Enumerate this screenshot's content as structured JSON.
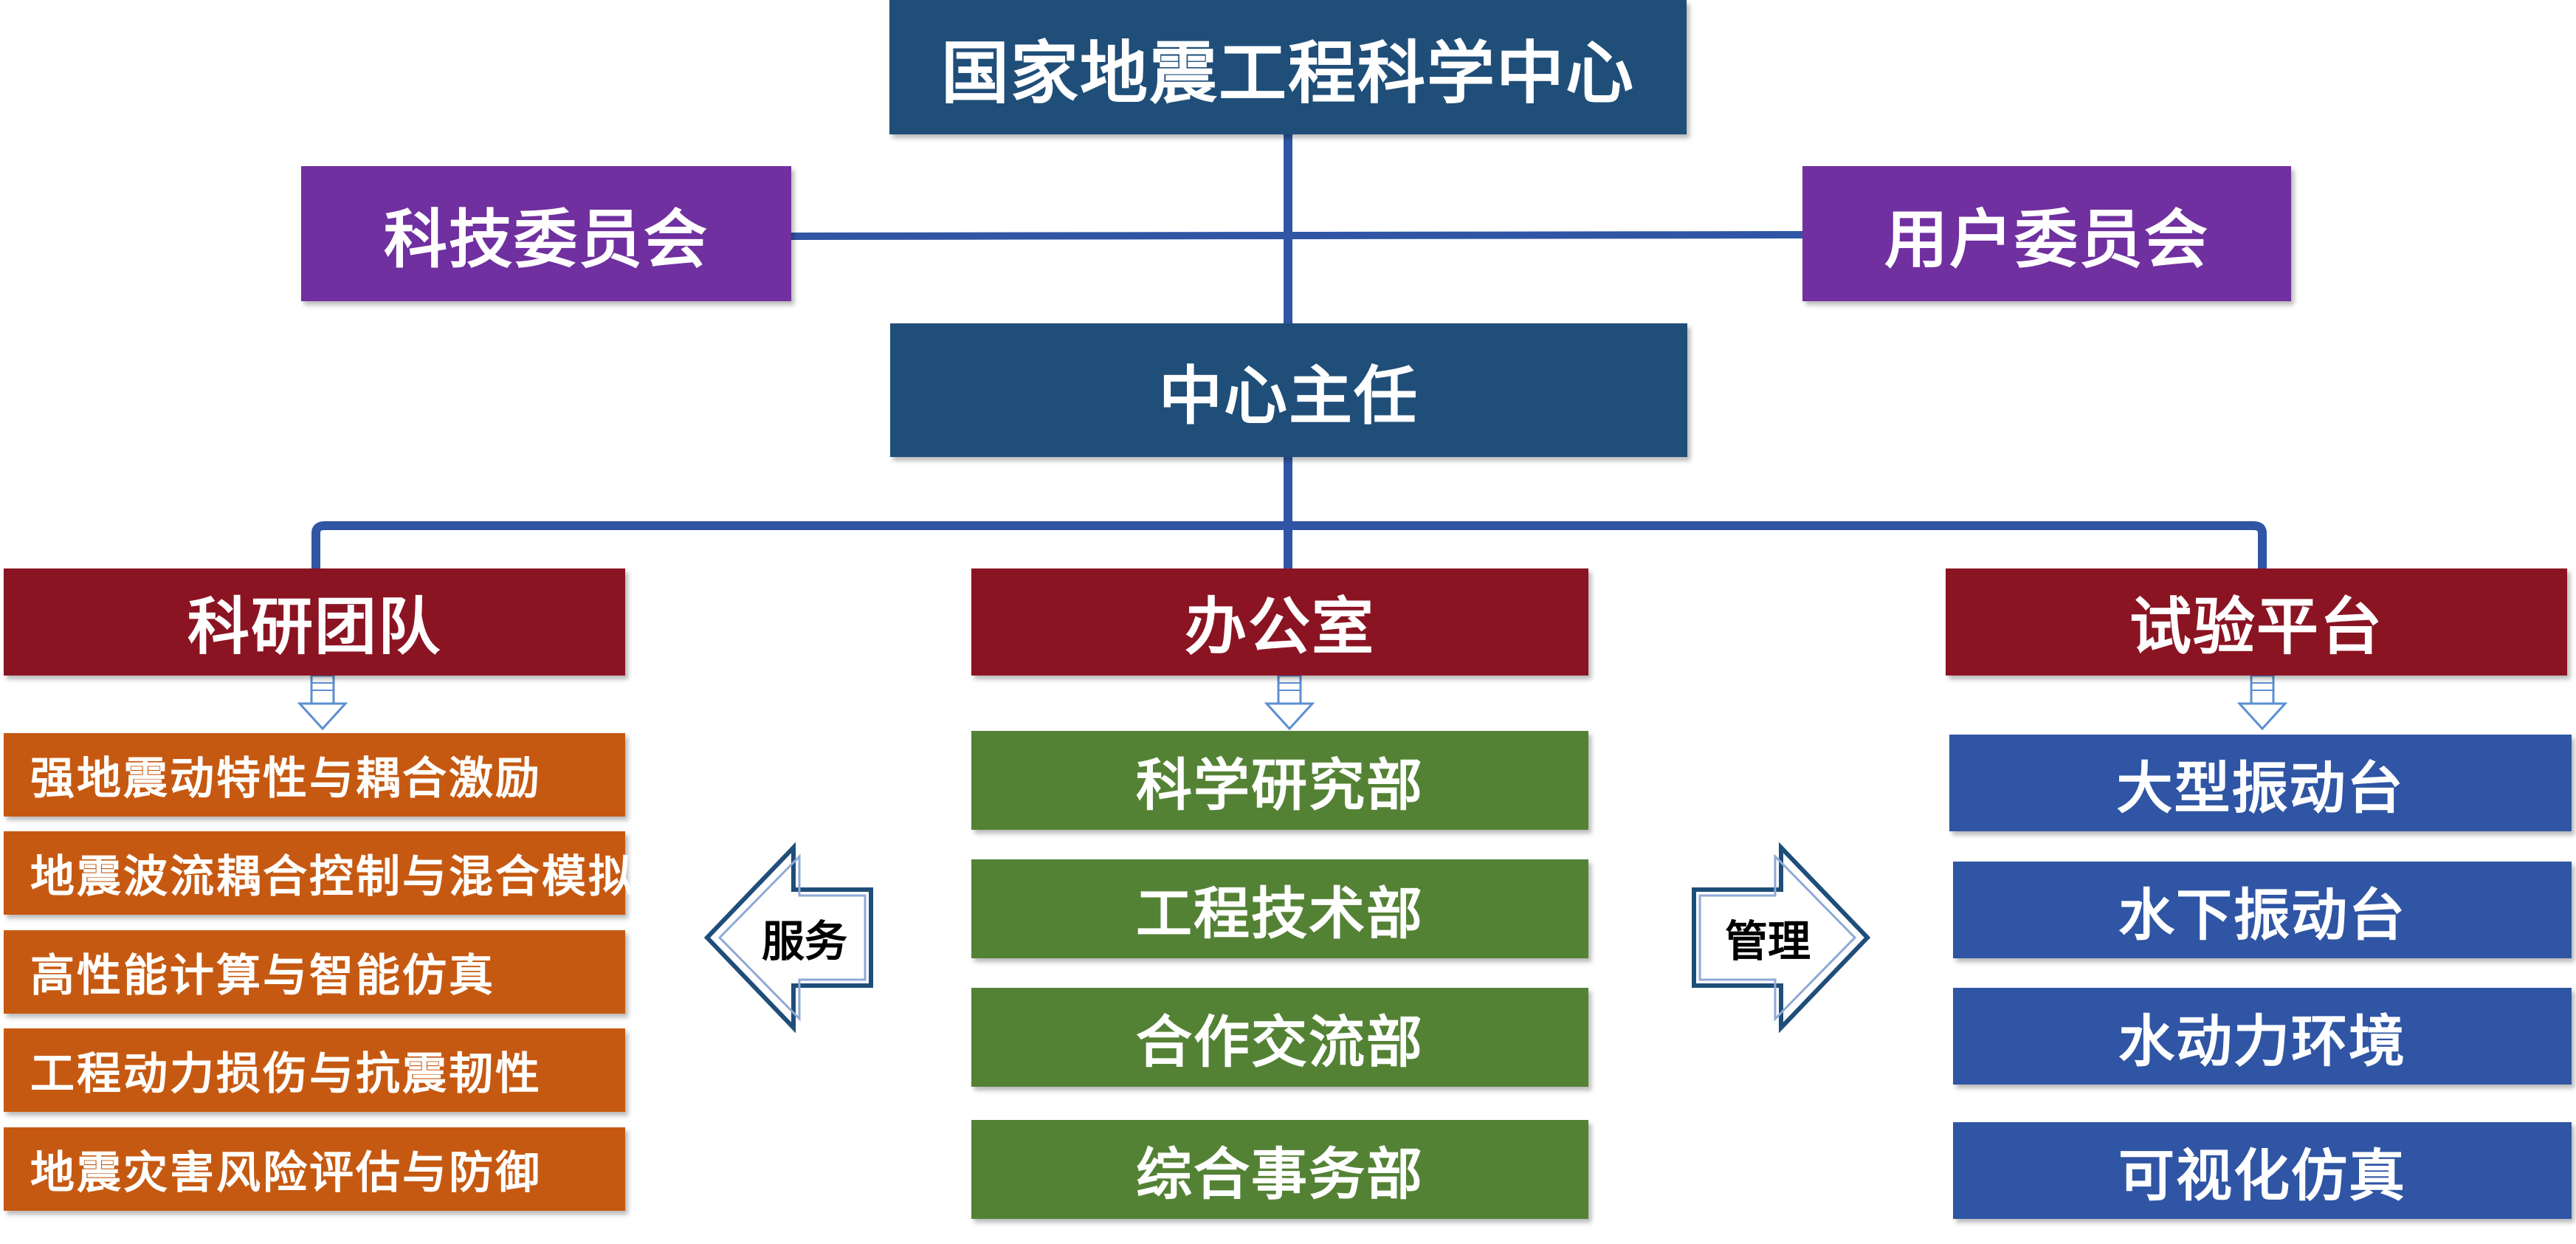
{
  "center": {
    "title": "国家地震工程科学中心"
  },
  "committees": {
    "left": "科技委员会",
    "right": "用户委员会"
  },
  "director": "中心主任",
  "columns": {
    "team": {
      "title": "科研团队",
      "items": [
        "强地震动特性与耦合激励",
        "地震波流耦合控制与混合模拟",
        "高性能计算与智能仿真",
        "工程动力损伤与抗震韧性",
        "地震灾害风险评估与防御"
      ]
    },
    "office": {
      "title": "办公室",
      "items": [
        "科学研究部",
        "工程技术部",
        "合作交流部",
        "综合事务部"
      ]
    },
    "platform": {
      "title": "试验平台",
      "items": [
        "大型振动台",
        "水下振动台",
        "水动力环境",
        "可视化仿真"
      ]
    }
  },
  "arrows": {
    "service": "服务",
    "management": "管理"
  },
  "colors": {
    "navy": "#1f4e79",
    "purple": "#7030a0",
    "maroon": "#8b1423",
    "orange": "#c65911",
    "green": "#548235",
    "blue": "#2f55a4",
    "connector": "#2f55a4"
  }
}
